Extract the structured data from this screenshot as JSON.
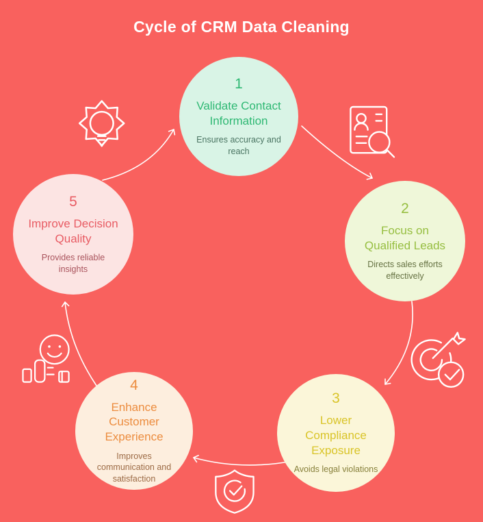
{
  "background": "#f9615e",
  "title": {
    "text": "Cycle of CRM Data Cleaning",
    "color": "#ffffff"
  },
  "steps": [
    {
      "number": "1",
      "title": "Validate Contact Information",
      "subtitle": "Ensures accuracy and reach",
      "fill": "#d9f4e6",
      "accent": "#2eb873",
      "subtitle_color": "#4a7462"
    },
    {
      "number": "2",
      "title": "Focus on Qualified Leads",
      "subtitle": "Directs sales efforts effectively",
      "fill": "#eff7d9",
      "accent": "#96be40",
      "subtitle_color": "#667243"
    },
    {
      "number": "3",
      "title": "Lower Compliance Exposure",
      "subtitle": "Avoids legal violations",
      "fill": "#fbf6d9",
      "accent": "#d9c428",
      "subtitle_color": "#87803b"
    },
    {
      "number": "4",
      "title": "Enhance Customer Experience",
      "subtitle": "Improves communication and satisfaction",
      "fill": "#fdeede",
      "accent": "#ec8c3e",
      "subtitle_color": "#9c6b46"
    },
    {
      "number": "5",
      "title": "Improve Decision Quality",
      "subtitle": "Provides reliable insights",
      "fill": "#fce4e3",
      "accent": "#e85b63",
      "subtitle_color": "#a9535c"
    }
  ],
  "icons": {
    "step1": "gear-lightbulb-icon",
    "step2": "resume-search-icon",
    "step3": "target-check-icon",
    "step4": "shield-check-icon",
    "step5": "feedback-smiley-icon",
    "stroke_color": "#ffffff"
  },
  "arrows": {
    "color": "#ffffff",
    "flow": "clockwise",
    "connections": [
      "5-to-1",
      "1-to-2",
      "2-to-3",
      "3-to-4",
      "4-to-5"
    ]
  }
}
